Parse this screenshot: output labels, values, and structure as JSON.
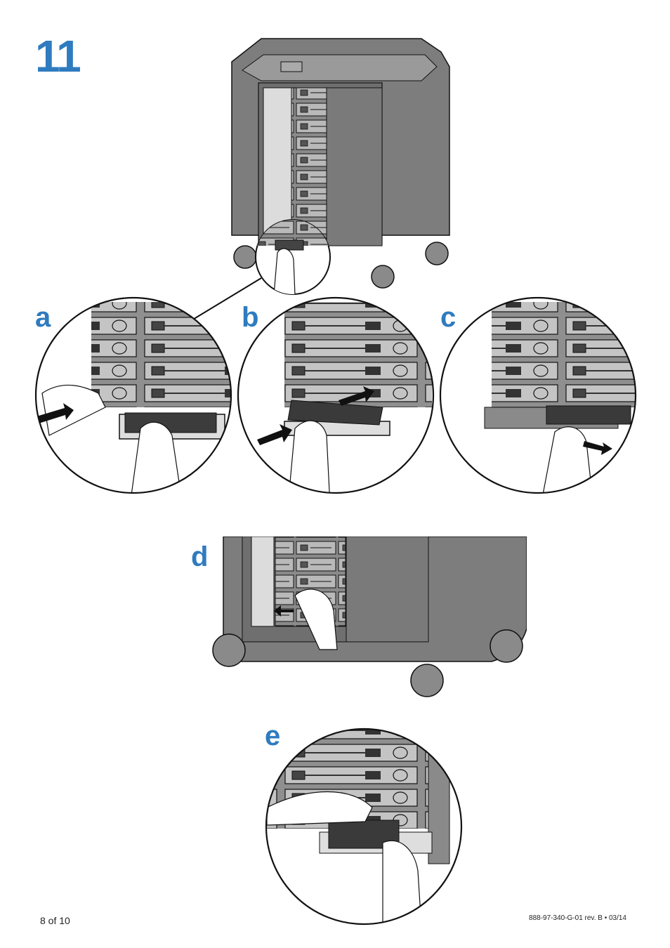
{
  "step": {
    "number": "11"
  },
  "substeps": [
    "a",
    "b",
    "c",
    "d",
    "e"
  ],
  "footer": {
    "page": "8 of 10",
    "doc_code": "888-97-340-G-01 rev. B • 03/14"
  },
  "colors": {
    "accent": "#2f7bbf",
    "cart_gray": "#7d7d7d",
    "outline": "#111111"
  }
}
